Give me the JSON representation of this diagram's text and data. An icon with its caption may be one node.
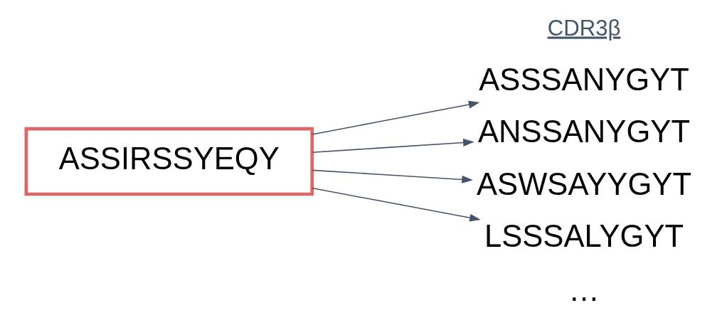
{
  "diagram": {
    "nodes": [
      {
        "text": [
          "ASSIRSSYEQY"
        ]
      },
      {
        "text": [
          "ASSSANYGYT"
        ]
      },
      {
        "text": [
          "ANSSANYGYT"
        ]
      },
      {
        "text": [
          "ASWSAYYGYT"
        ]
      },
      {
        "text": [
          "LSSSALYGYT"
        ]
      }
    ],
    "edges": [
      {
        "from": 0,
        "to": 1,
        "arrow": "to"
      },
      {
        "from": 0,
        "to": 2,
        "arrow": "to"
      },
      {
        "from": 0,
        "to": 3,
        "arrow": "to"
      },
      {
        "from": 0,
        "to": 4,
        "arrow": "to"
      }
    ],
    "labels": [
      "CDR3β",
      "…"
    ]
  }
}
